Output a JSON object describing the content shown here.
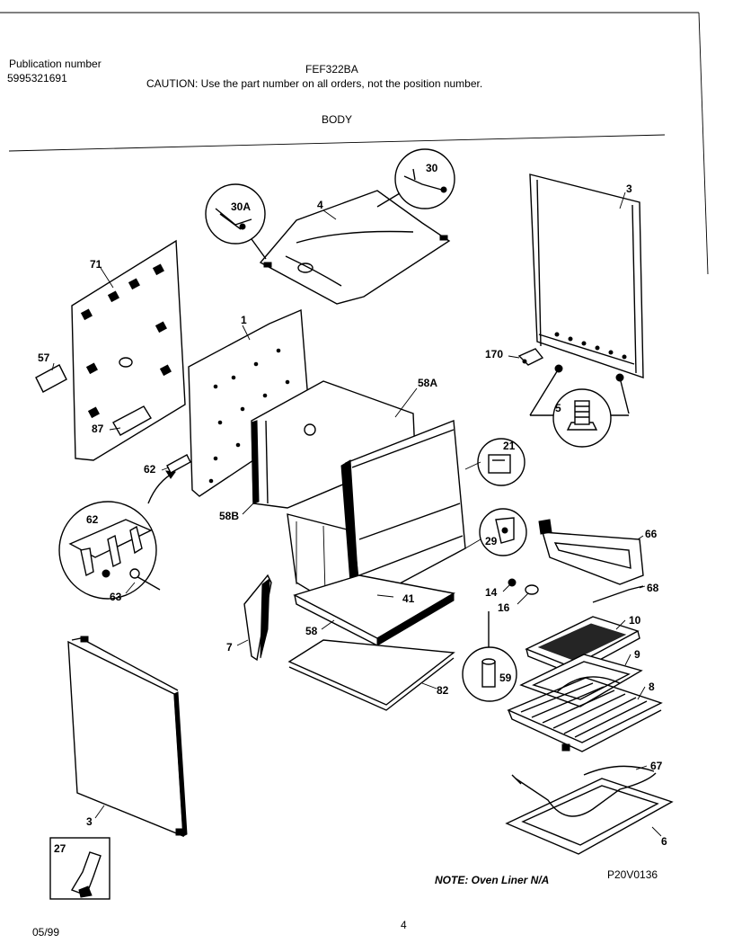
{
  "header": {
    "publication_label": "Publication number",
    "publication_number": "5995321691",
    "model": "FEF322BA",
    "caution": "CAUTION:  Use the part number on all orders, not the position number.",
    "section": "BODY"
  },
  "footer": {
    "note": "NOTE:  Oven Liner N/A",
    "drawing_code": "P20V0136",
    "date": "05/99",
    "page": "4"
  },
  "callouts": {
    "p30a": "30A",
    "p30": "30",
    "p4": "4",
    "p3_top": "3",
    "p71": "71",
    "p57": "57",
    "p87": "87",
    "p1": "1",
    "p58a": "58A",
    "p170": "170",
    "p5": "5",
    "p62": "62",
    "p58b": "58B",
    "p21": "21",
    "p29": "29",
    "p66": "66",
    "p68": "68",
    "p62_circle": "62",
    "p63": "63",
    "p14": "14",
    "p16": "16",
    "p41": "41",
    "p58": "58",
    "p7": "7",
    "p10": "10",
    "p9": "9",
    "p8": "8",
    "p59": "59",
    "p82": "82",
    "p67": "67",
    "p3_bottom": "3",
    "p6": "6",
    "p27": "27"
  }
}
